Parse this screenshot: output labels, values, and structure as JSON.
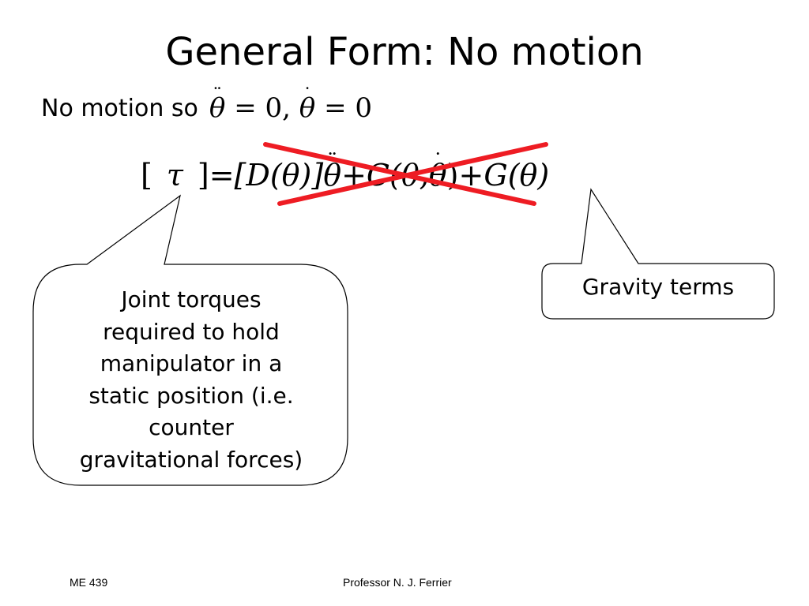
{
  "slide": {
    "title": "General Form: No motion",
    "subtitle": {
      "text": "No motion so",
      "math": {
        "theta": "θ",
        "double_dot": "¨",
        "single_dot": "˙",
        "equals": "=",
        "zero": "0",
        "comma": ","
      }
    },
    "equation": {
      "lbracket": "[",
      "tau": "τ",
      "rbracket": "]",
      "equals": "=",
      "inertia_term": "[D(θ)]",
      "theta": "θ",
      "double_dot": "¨",
      "single_dot": "˙",
      "plus": "+",
      "coriolis_open": "C(θ,",
      "close_paren": ")",
      "gravity_term": "G(θ)"
    },
    "callouts": {
      "left": {
        "lines": [
          "Joint torques",
          "required to hold",
          "manipulator in a",
          "static position (i.e.",
          "counter",
          "gravitational forces)"
        ]
      },
      "right": {
        "text": "Gravity terms"
      }
    },
    "strike_color": "#ee1c23",
    "footer": {
      "course": "ME 439",
      "professor": "Professor N. J. Ferrier"
    }
  }
}
